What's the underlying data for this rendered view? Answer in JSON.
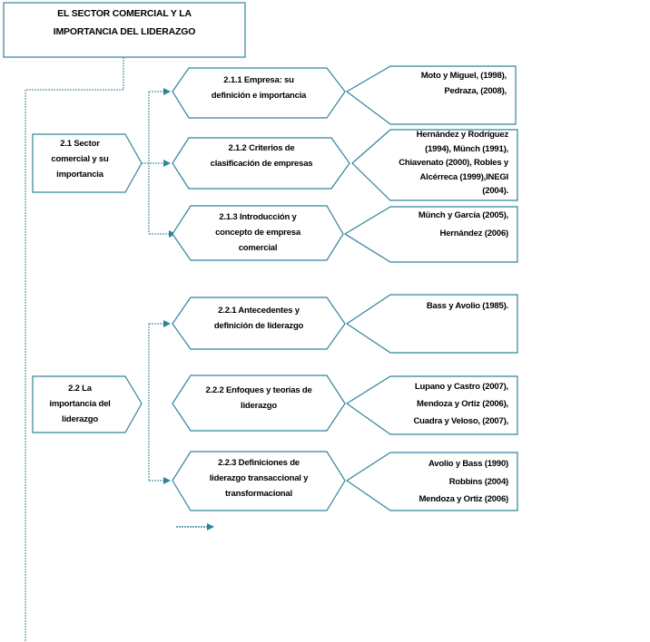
{
  "title": "EL SECTOR COMERCIAL  Y LA\nIMPORTANCIA  DEL LIDERAZGO",
  "sections": [
    {
      "label": "2.1 Sector\ncomercial y su\nimportancia",
      "topics": [
        {
          "label": "2.1.1 Empresa: su\ndefinición e importancia",
          "refs": "Moto y Miguel, (1998),\nPedraza, (2008),"
        },
        {
          "label": "2.1.2 Criterios de\nclasificación de empresas",
          "refs": "Hernández y Rodríguez\n(1994), Münch (1991),\nChiavenato (2000), Robles y\nAlcérreca (1999),INEGI\n(2004)."
        },
        {
          "label": "2.1.3 Introducción y\nconcepto de empresa\ncomercial",
          "refs": "Münch y García (2005),\nHernández (2006)"
        }
      ]
    },
    {
      "label": "2.2 La\nimportancia del\nliderazgo",
      "topics": [
        {
          "label": "2.2.1 Antecedentes y\ndefinición  de liderazgo",
          "refs": "Bass y Avolio (1985)."
        },
        {
          "label": "2.2.2 Enfoques y teorías de\nliderazgo",
          "refs": "Lupano y Castro (2007),\nMendoza y Ortiz (2006),\nCuadra y Veloso, (2007),"
        },
        {
          "label": "2.2.3 Definiciones de\nliderazgo transaccional y\ntransformacional",
          "refs": "Avolio  y Bass (1990)\nRobbins (2004)\nMendoza y Ortiz (2006)"
        }
      ]
    }
  ],
  "colors": {
    "stroke": "#31849b",
    "text": "#000000",
    "background": "#ffffff"
  }
}
